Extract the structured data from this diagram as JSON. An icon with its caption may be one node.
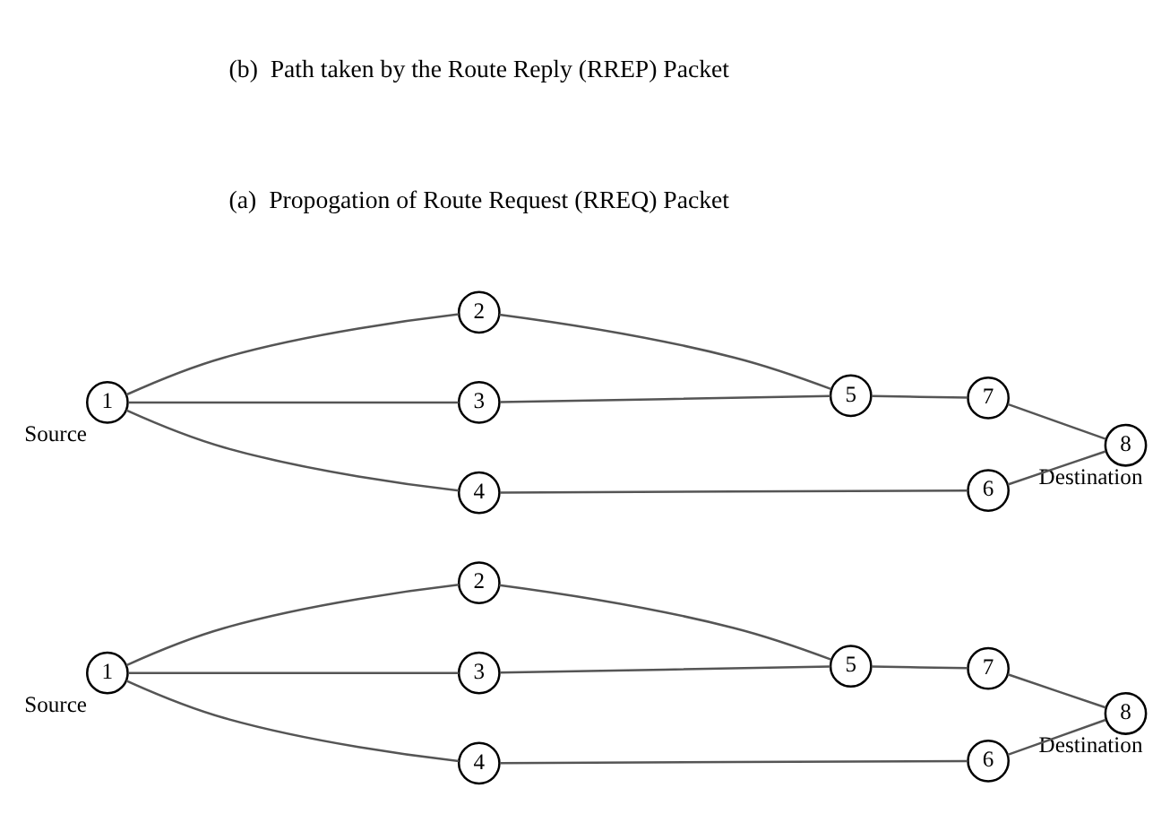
{
  "diagram": {
    "nodes": [
      {
        "text": [
          "1"
        ],
        "beside": [
          "Source"
        ]
      },
      {
        "text": [
          "2"
        ]
      },
      {
        "text": [
          "3"
        ]
      },
      {
        "text": [
          "4"
        ]
      },
      {
        "text": [
          "5"
        ]
      },
      {
        "text": [
          "6"
        ]
      },
      {
        "text": [
          "7"
        ]
      },
      {
        "text": [
          "8"
        ],
        "beside": [
          "Destination"
        ]
      },
      {
        "text": [
          "1"
        ],
        "beside": [
          "Source"
        ]
      },
      {
        "text": [
          "2"
        ]
      },
      {
        "text": [
          "3"
        ]
      },
      {
        "text": [
          "4"
        ]
      },
      {
        "text": [
          "5"
        ]
      },
      {
        "text": [
          "6"
        ]
      },
      {
        "text": [
          "7"
        ]
      },
      {
        "text": [
          "8"
        ],
        "beside": [
          "Destination"
        ]
      }
    ],
    "edges": [
      {
        "from": 0,
        "to": 1,
        "arrow": "none"
      },
      {
        "from": 0,
        "to": 2,
        "arrow": "none"
      },
      {
        "from": 0,
        "to": 3,
        "arrow": "none"
      },
      {
        "from": 1,
        "to": 4,
        "arrow": "none"
      },
      {
        "from": 2,
        "to": 4,
        "arrow": "none"
      },
      {
        "from": 4,
        "to": 6,
        "arrow": "none"
      },
      {
        "from": 6,
        "to": 7,
        "arrow": "none"
      },
      {
        "from": 3,
        "to": 5,
        "arrow": "none"
      },
      {
        "from": 5,
        "to": 7,
        "arrow": "none"
      },
      {
        "from": 8,
        "to": 9,
        "arrow": "none"
      },
      {
        "from": 8,
        "to": 10,
        "arrow": "none"
      },
      {
        "from": 8,
        "to": 11,
        "arrow": "none"
      },
      {
        "from": 9,
        "to": 12,
        "arrow": "none"
      },
      {
        "from": 10,
        "to": 12,
        "arrow": "none"
      },
      {
        "from": 12,
        "to": 14,
        "arrow": "none"
      },
      {
        "from": 14,
        "to": 15,
        "arrow": "none"
      },
      {
        "from": 11,
        "to": 13,
        "arrow": "none"
      },
      {
        "from": 13,
        "to": 15,
        "arrow": "none"
      }
    ],
    "labels": [
      "(a)  Propogation of Route Request (RREQ) Packet",
      "(b)  Path taken by the Route Reply (RREP) Packet"
    ]
  }
}
